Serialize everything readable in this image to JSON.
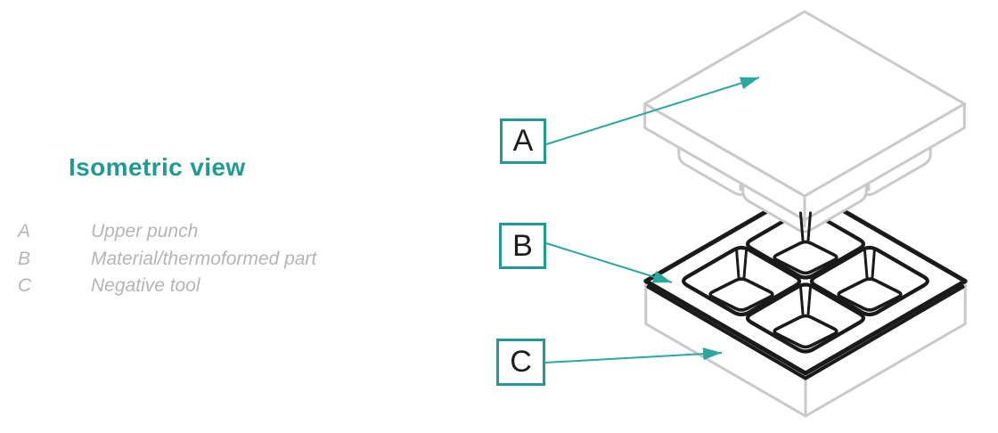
{
  "title": "Isometric view",
  "legend": {
    "items": [
      {
        "key": "A",
        "label": "Upper punch"
      },
      {
        "key": "B",
        "label": "Material/thermoformed part"
      },
      {
        "key": "C",
        "label": "Negative tool"
      }
    ]
  },
  "diagram": {
    "parts": [
      {
        "callout": "A",
        "points_to": "upper punch plate"
      },
      {
        "callout": "B",
        "points_to": "thermoformed sheet with four cavities"
      },
      {
        "callout": "C",
        "points_to": "negative tool block"
      }
    ]
  },
  "colors": {
    "accent": "#1f9b94",
    "arrow": "#2aa79f",
    "drawing_gray": "#c9c9c9",
    "drawing_black": "#1a1a1a",
    "legend_text": "#b5b5b5",
    "letter_dark": "#1c1c1c",
    "background": "#ffffff"
  }
}
